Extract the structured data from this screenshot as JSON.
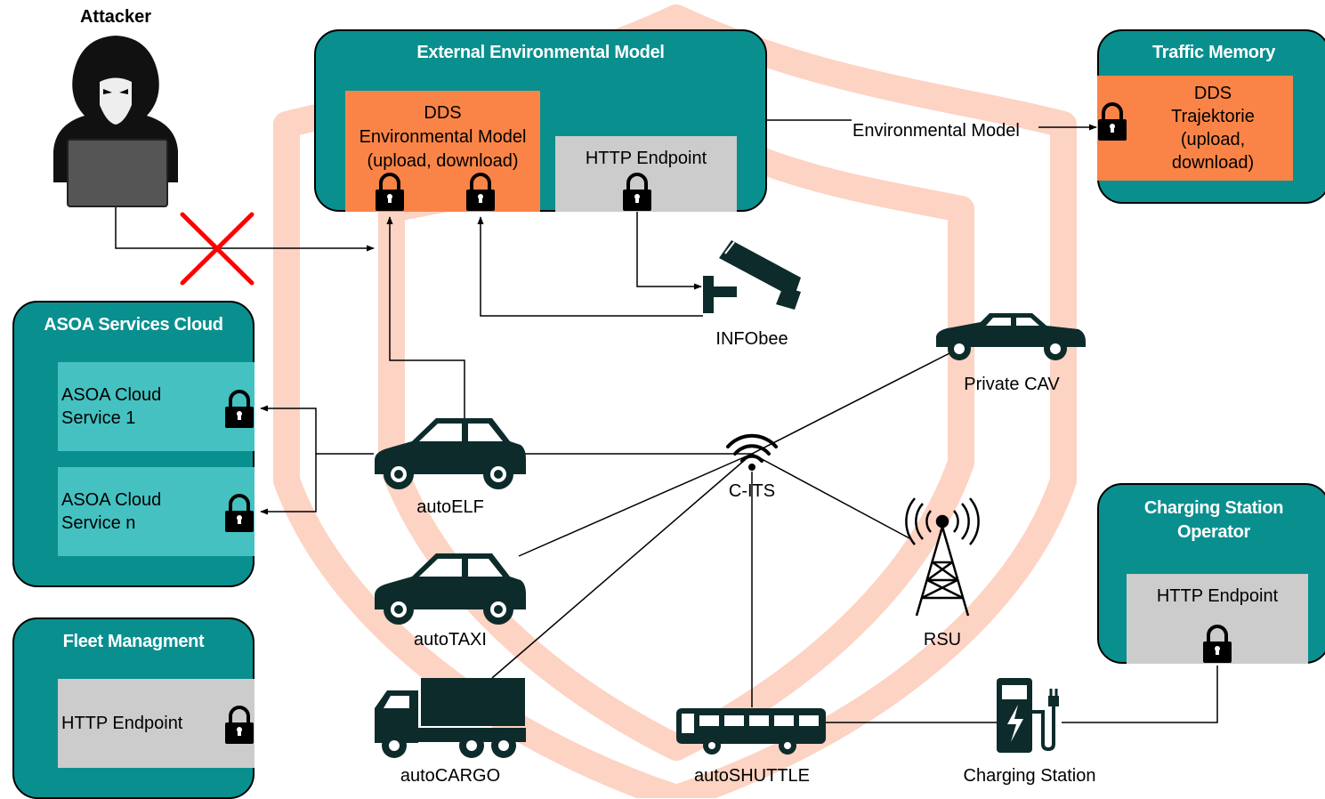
{
  "attacker": {
    "label": "Attacker"
  },
  "external_model": {
    "title": "External Environmental Model",
    "dds_text": "DDS\nEnvironmental Model\n(upload, download)",
    "http_text": "HTTP Endpoint"
  },
  "traffic_memory": {
    "title": "Traffic Memory",
    "dds_text": "DDS\nTrajektorie\n(upload,\ndownload)"
  },
  "asoa_cloud": {
    "title": "ASOA Services Cloud",
    "service1": "ASOA Cloud\nService 1",
    "servicen": "ASOA Cloud\nService n"
  },
  "fleet": {
    "title": "Fleet Managment",
    "http_text": "HTTP Endpoint"
  },
  "charging_operator": {
    "title": "Charging Station\nOperator",
    "http_text": "HTTP Endpoint"
  },
  "edge_labels": {
    "environmental_model": "Environmental Model"
  },
  "nodes": {
    "infobee": "INFObee",
    "private_cav": "Private CAV",
    "c_its": "C-ITS",
    "auto_elf": "autoELF",
    "auto_taxi": "autoTAXI",
    "auto_cargo": "autoCARGO",
    "auto_shuttle": "autoSHUTTLE",
    "rsu": "RSU",
    "charging_station": "Charging Station"
  },
  "colors": {
    "teal": "#0a8f8f",
    "orange": "#fa8447",
    "gray": "#cccccc",
    "light_teal": "#45c1c1",
    "shield": "#fdd3c3",
    "blocked_cross": "#ff0000",
    "icon": "#0d2b2b"
  },
  "icons": [
    "hacker-icon",
    "lock-icon",
    "camera-icon",
    "car-icon",
    "truck-icon",
    "bus-icon",
    "wifi-icon",
    "antenna-tower-icon",
    "ev-charger-icon",
    "cross-icon"
  ]
}
